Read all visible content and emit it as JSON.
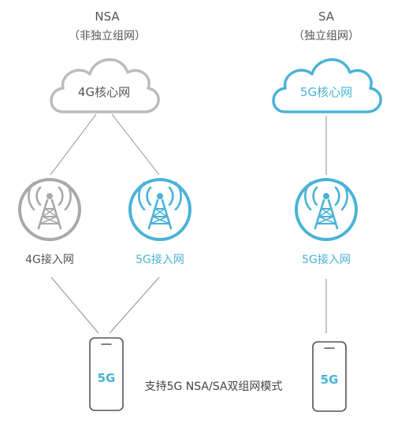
{
  "nsa": {
    "title": "NSA",
    "subtitle": "（非独立组网）",
    "core_label": "4G核心网",
    "station_4g_label": "4G接入网",
    "station_5g_label": "5G接入网"
  },
  "sa": {
    "title": "SA",
    "subtitle": "（独立组网）",
    "core_label": "5G核心网",
    "station_5g_label": "5G接入网"
  },
  "phones": {
    "left_label": "5G",
    "right_label": "5G"
  },
  "caption": "支持5G NSA/SA双组网模式",
  "colors": {
    "gray": "#a9a9a9",
    "blue": "#4ab3d6",
    "line": "#8e8e8e",
    "text": "#555555"
  },
  "icons": {
    "cloud": "cloud-icon",
    "tower": "antenna-tower-icon",
    "phone": "smartphone-icon"
  }
}
